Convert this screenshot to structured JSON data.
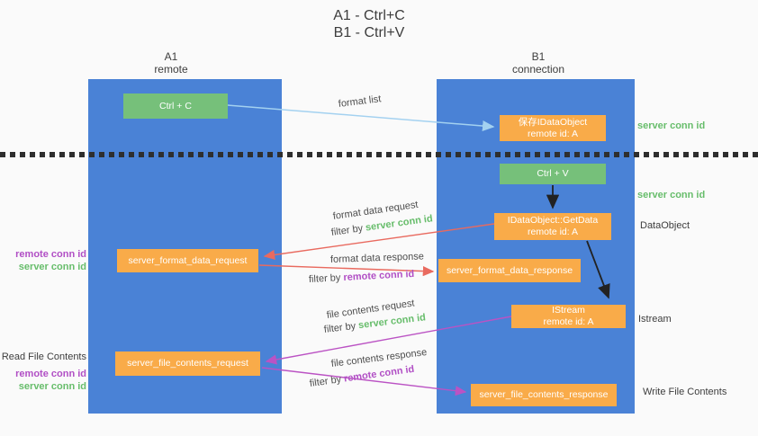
{
  "title": {
    "line1": "A1 - Ctrl+C",
    "line2": "B1 - Ctrl+V"
  },
  "lifelines": {
    "a1": {
      "name": "A1",
      "subtitle": "remote"
    },
    "b1": {
      "name": "B1",
      "subtitle": "connection"
    }
  },
  "boxes": {
    "ctrl_c": {
      "label": "Ctrl + C"
    },
    "save_idataobject": {
      "line1": "保存IDataObject",
      "line2": "remote id: A"
    },
    "ctrl_v": {
      "label": "Ctrl + V"
    },
    "getdata": {
      "line1": "IDataObject::GetData",
      "line2": "remote id: A"
    },
    "format_request": {
      "label": "server_format_data_request"
    },
    "format_response": {
      "label": "server_format_data_response"
    },
    "istream": {
      "line1": "IStream",
      "line2": "remote id: A"
    },
    "file_request": {
      "label": "server_file_contents_request"
    },
    "file_response": {
      "label": "server_file_contents_response"
    }
  },
  "flow_labels": {
    "format_list": "format list",
    "format_data_request": "format data request",
    "format_data_response": "format data response",
    "file_contents_request": "file contents request",
    "file_contents_response": "file contents response",
    "filter_by": "filter by",
    "server_conn_id": "server conn id",
    "remote_conn_id": "remote conn id"
  },
  "side_labels": {
    "left": {
      "remote_conn_id_1": "remote conn id",
      "server_conn_id_1": "server conn id",
      "read_file_contents": "Read File Contents",
      "remote_conn_id_2": "remote conn id",
      "server_conn_id_2": "server conn id"
    },
    "right": {
      "server_conn_id_1": "server conn id",
      "server_conn_id_2": "server conn id",
      "dataobject": "DataObject",
      "istream": "Istream",
      "write_file_contents": "Write File Contents"
    }
  },
  "colors": {
    "lifeline_blue": "#4a82d6",
    "action_green": "#76c07a",
    "message_orange": "#f9ab49",
    "server_conn_id_green": "#67bd6b",
    "remote_conn_id_purple": "#b14fc5",
    "format_arrow_red": "#e96a5f",
    "contents_arrow_purple": "#bb53c4",
    "format_list_arrow_blue": "#a3d1f0",
    "call_arrow_black": "#222222"
  }
}
